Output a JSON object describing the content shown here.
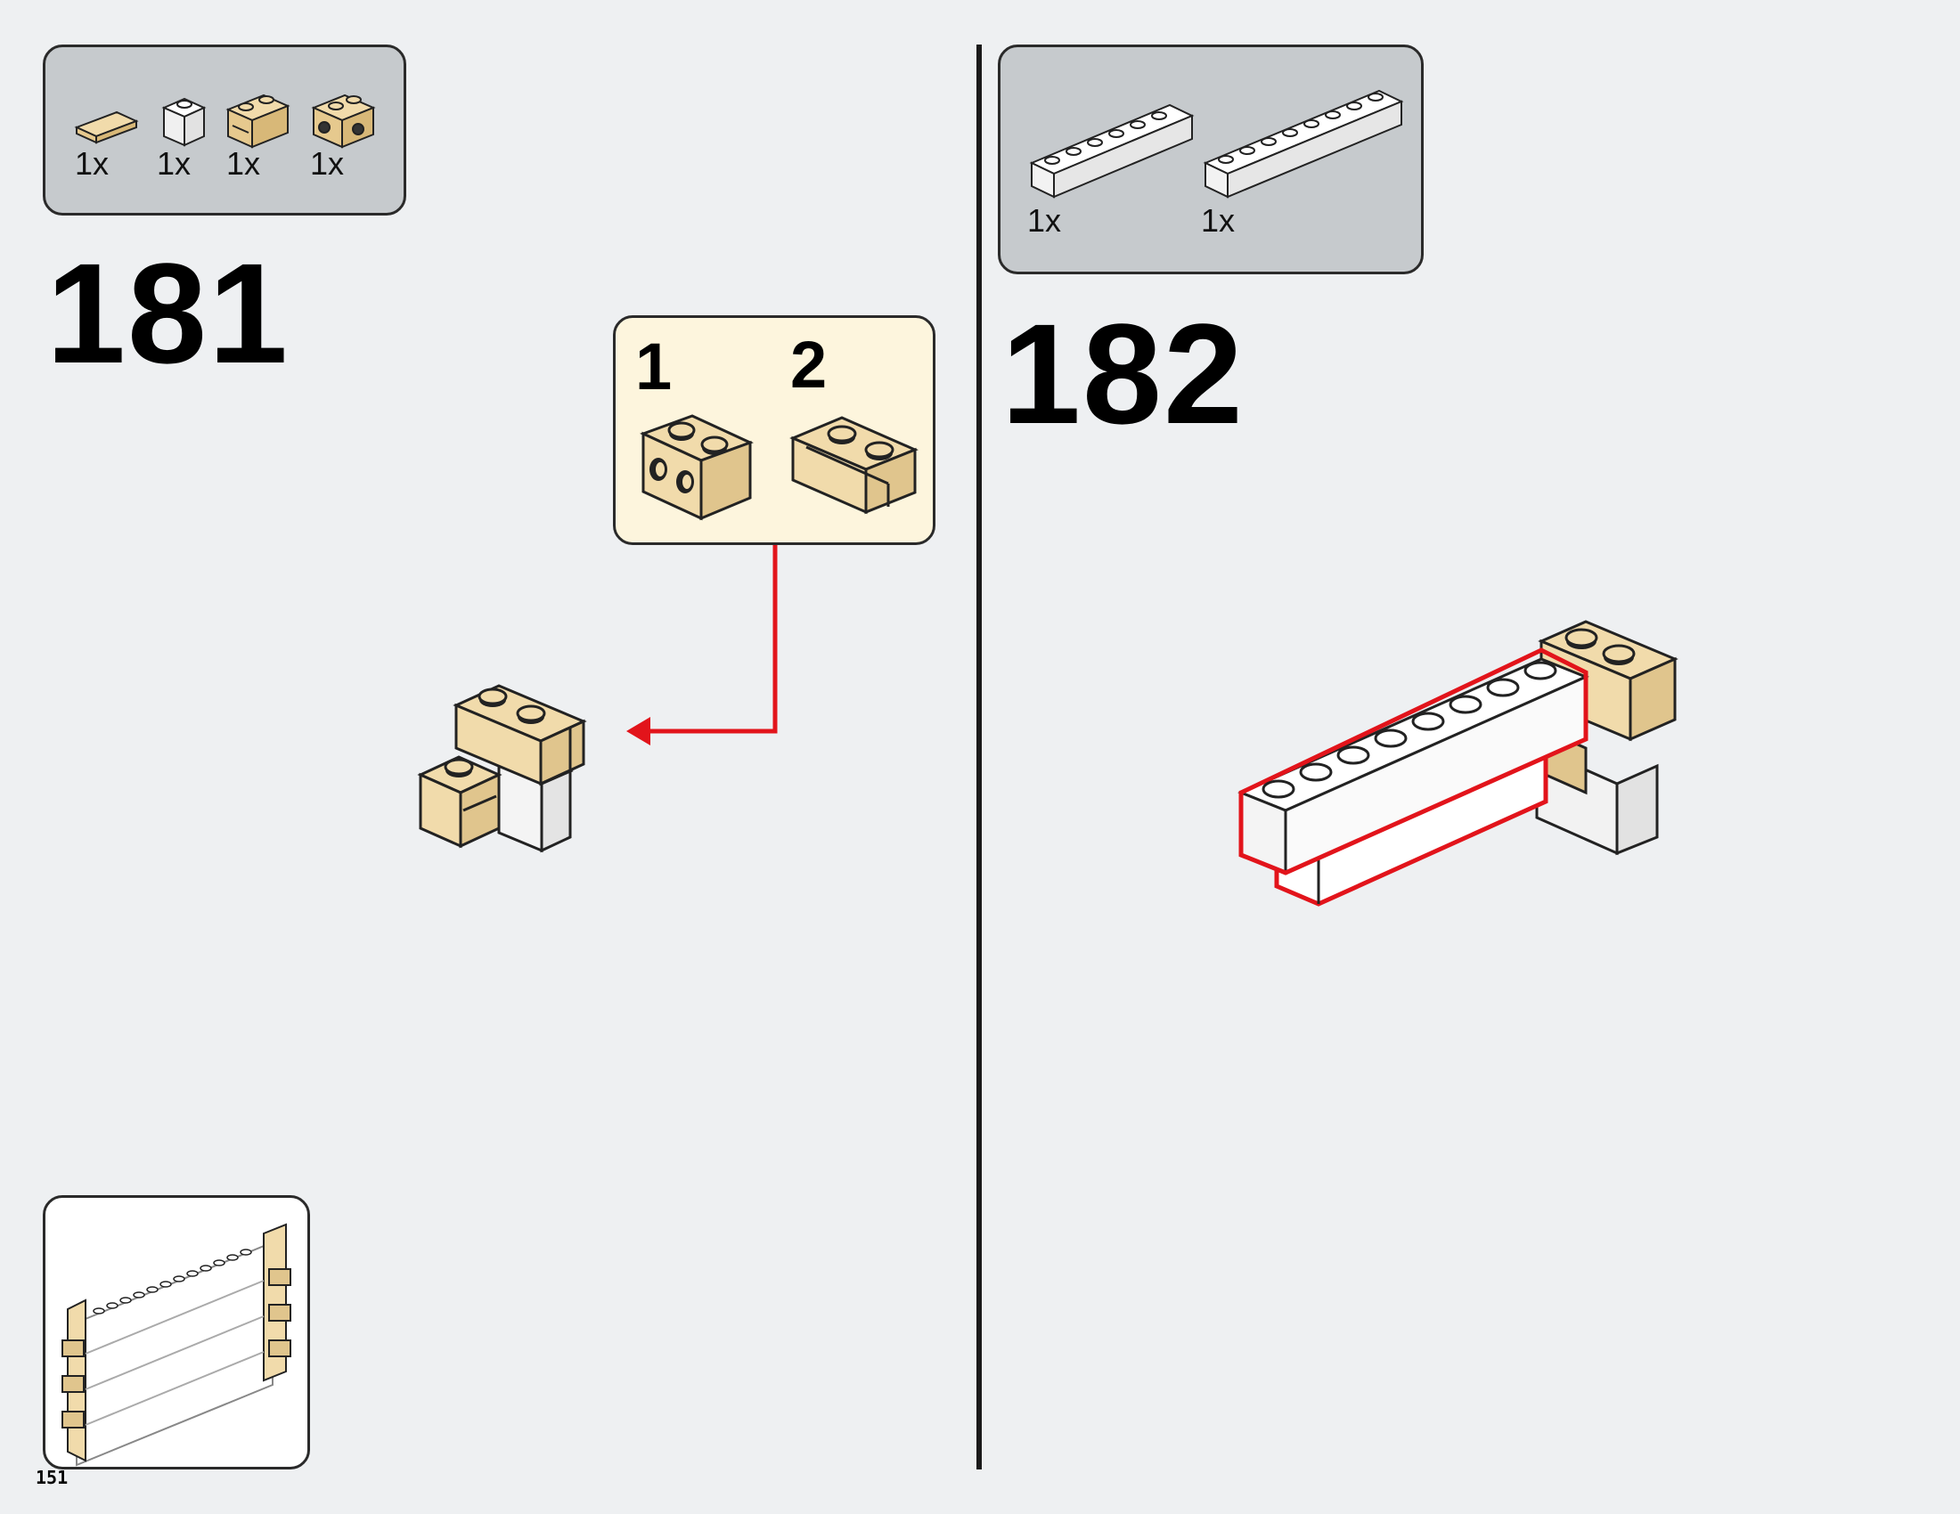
{
  "page": {
    "number": "151"
  },
  "step_181": {
    "number": "181",
    "parts": [
      {
        "qty": "1x",
        "icon": "tan-tile-1x2-icon"
      },
      {
        "qty": "1x",
        "icon": "white-brick-1x1-icon"
      },
      {
        "qty": "1x",
        "icon": "tan-brick-1x2-groove-icon"
      },
      {
        "qty": "1x",
        "icon": "tan-brick-1x2-side-studs-icon"
      }
    ],
    "callout": {
      "sub_steps": [
        "1",
        "2"
      ]
    }
  },
  "step_182": {
    "number": "182",
    "parts": [
      {
        "qty": "1x",
        "icon": "white-brick-1x6-icon"
      },
      {
        "qty": "1x",
        "icon": "white-brick-1x8-icon"
      }
    ]
  },
  "colors": {
    "background": "#eef0f2",
    "parts_box": "#c6cacd",
    "callout_bg": "#fdf5dd",
    "tan": "#f1dbab",
    "highlight_red": "#e2141b"
  }
}
